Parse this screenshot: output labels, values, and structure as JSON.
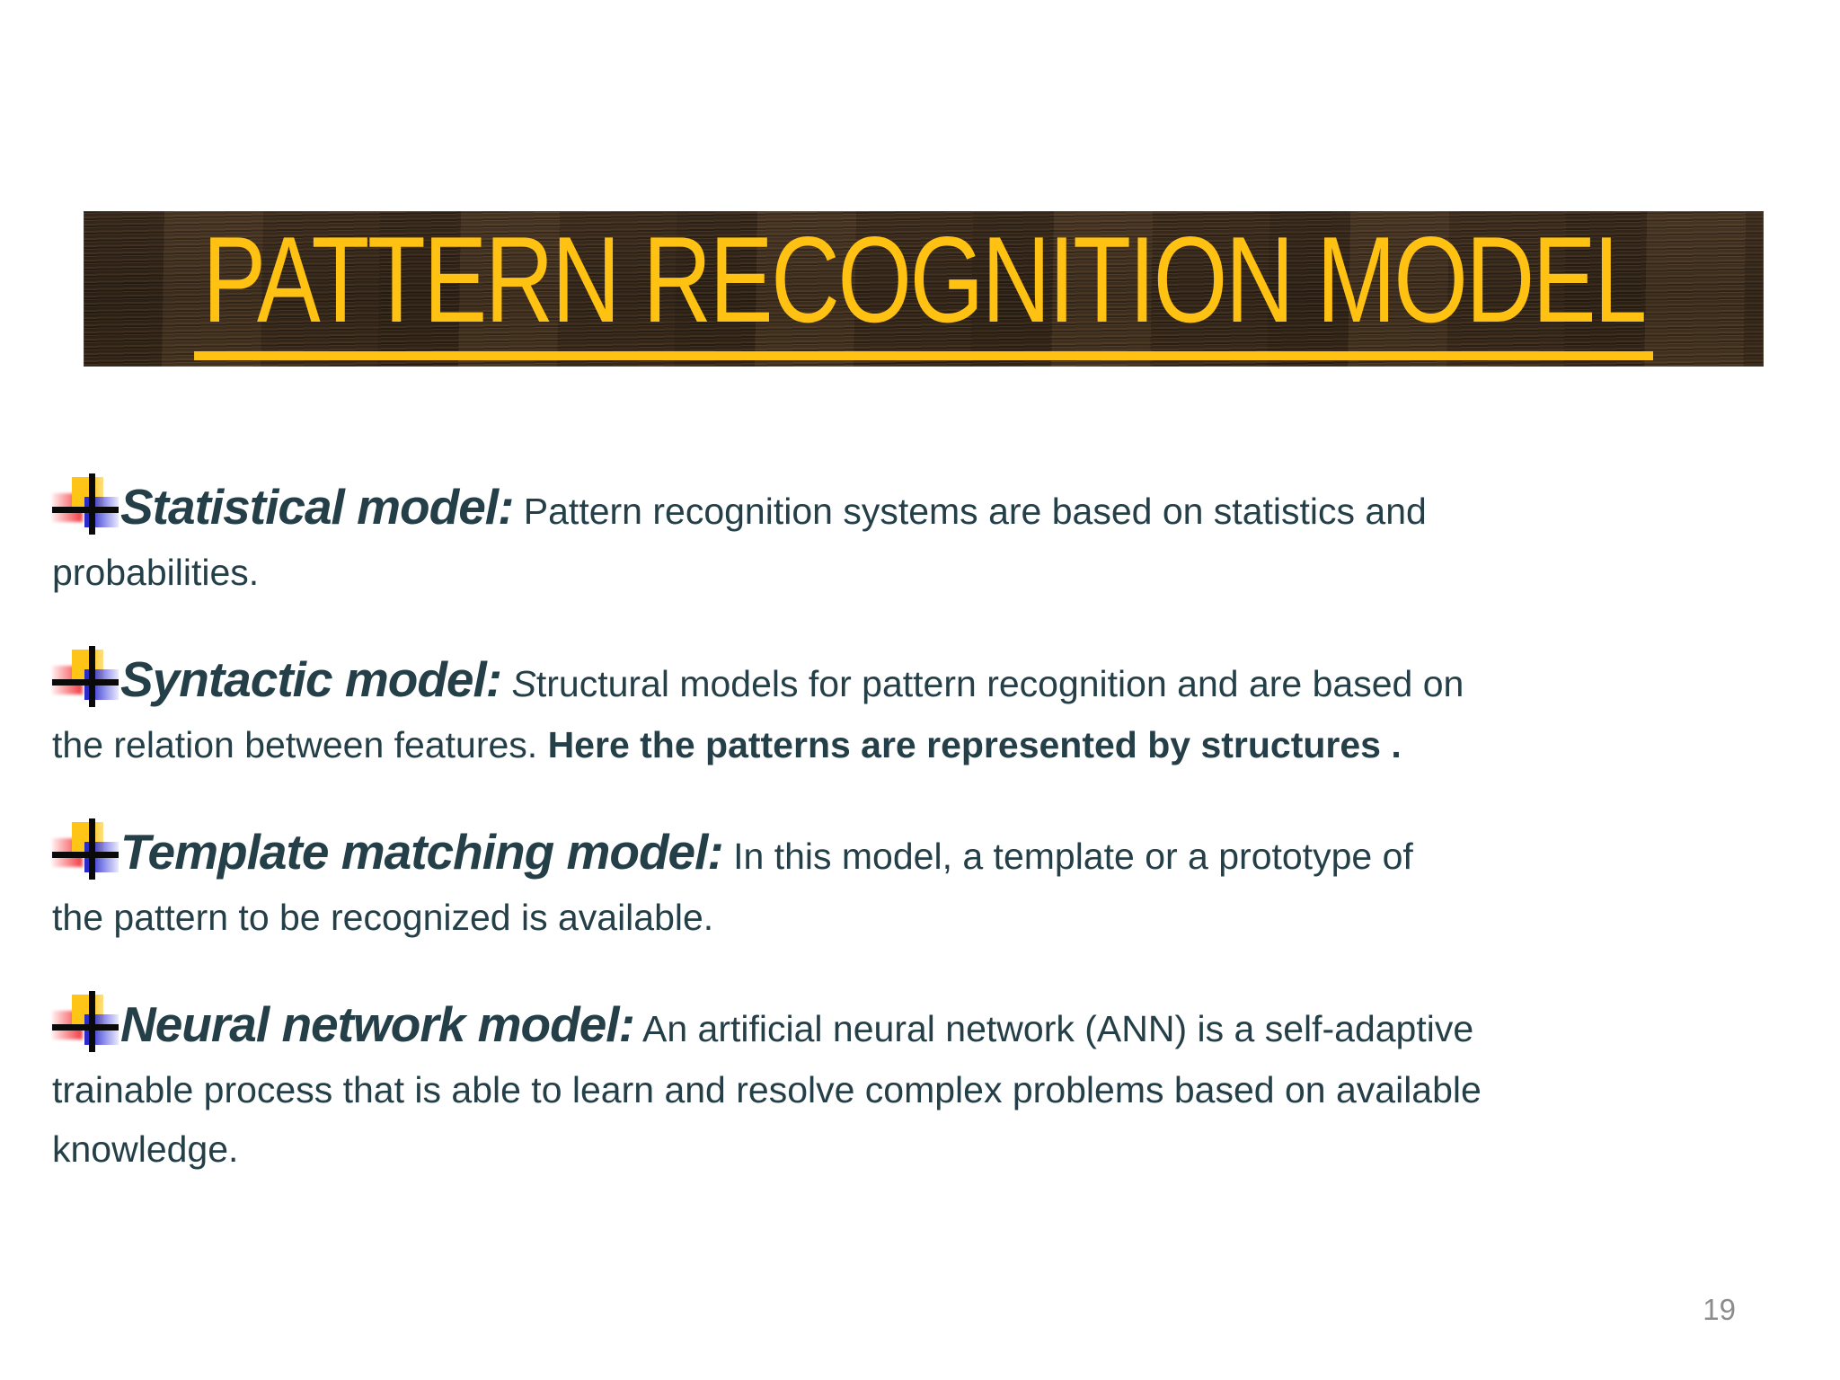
{
  "title": {
    "text": "PATTERN RECOGNITION MODEL"
  },
  "bullets": [
    {
      "name": "statistical-model",
      "head": "Statistical model:",
      "body": " Pattern recognition systems are based on statistics and\nprobabilities."
    },
    {
      "name": "syntactic-model",
      "head": "Syntactic model:",
      "lead": " S",
      "body": "tructural models for pattern recognition and are based on\nthe relation between features. ",
      "bold": "Here the patterns are represented by structures ."
    },
    {
      "name": "template-matching-model",
      "head": "Template matching model:",
      "body": " In this model, a template or a prototype of\nthe pattern to be recognized is available."
    },
    {
      "name": "neural-network-model",
      "head": "Neural network model:",
      "body": " An artificial neural network (ANN) is a self-adaptive\ntrainable process that is able to learn and resolve complex problems based on available\nknowledge."
    }
  ],
  "page_number": "19",
  "icons": {
    "bullet": "plus-bullet-icon"
  },
  "colors": {
    "title_gold": "#FFC112",
    "body_text": "#243F47",
    "page_number_gray": "#8C8C8C",
    "wood_brown": "#40301F",
    "bullet_yellow": "#FFC516",
    "bullet_red": "#F24B50",
    "bullet_blue": "#2B2BC8",
    "bullet_plus_black": "#0A0A0A"
  }
}
